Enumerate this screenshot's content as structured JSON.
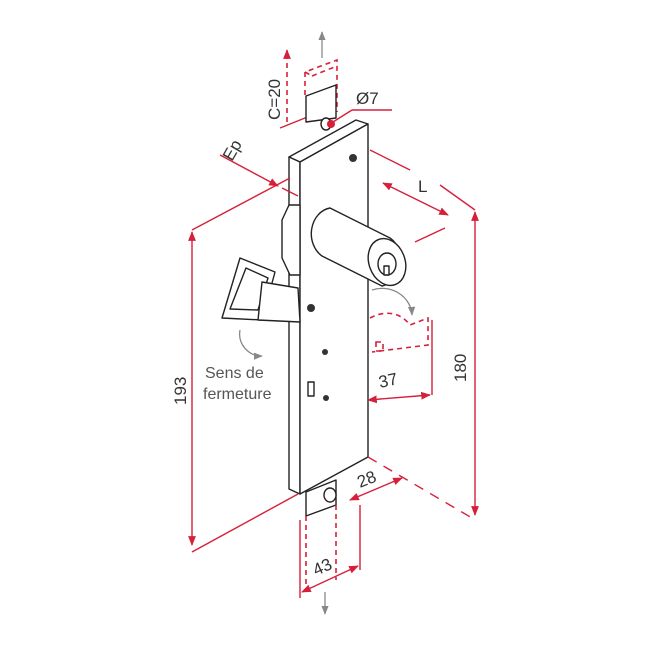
{
  "labels": {
    "c": "C=20",
    "diameter": "Ø7",
    "ep": "Ep",
    "l": "L",
    "h193": "193",
    "h180": "180",
    "d37": "37",
    "d28": "28",
    "d43": "43",
    "closing_line1": "Sens de",
    "closing_line2": "fermeture"
  },
  "colors": {
    "dimension": "#d6203a",
    "outline": "#222222",
    "arrow": "#888888"
  }
}
